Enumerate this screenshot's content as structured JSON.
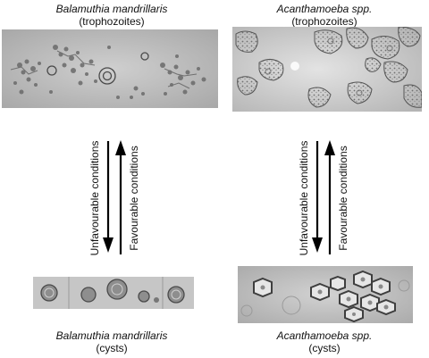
{
  "left": {
    "top_caption": {
      "species": "Balamuthia mandrillaris",
      "stage": "(trophozoites)"
    },
    "bottom_caption": {
      "species": "Balamuthia mandrillaris",
      "stage": "(cysts)"
    },
    "arrow_down_label": "Unfavourable conditions",
    "arrow_up_label": "Favourable conditions"
  },
  "right": {
    "top_caption": {
      "species": "Acanthamoeba spp.",
      "stage": "(trophozoites)"
    },
    "bottom_caption": {
      "species": "Acanthamoeba spp.",
      "stage": "(cysts)"
    },
    "arrow_down_label": "Unfavourable conditions",
    "arrow_up_label": "Favourable conditions"
  },
  "colors": {
    "micrograph_bg": "#bdbdbd",
    "cell_dark": "#5a5a5a",
    "arrow": "#000000"
  }
}
